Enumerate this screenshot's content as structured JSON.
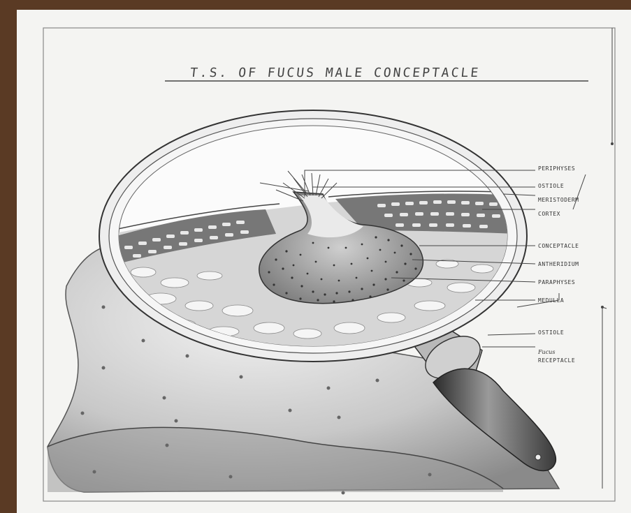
{
  "title": "T.S. OF FUCUS MALE CONCEPTACLE",
  "labels": {
    "periphyses": "PERIPHYSES",
    "ostiole_top": "OSTIOLE",
    "meristoderm": "MERISTODERM",
    "cortex": "CORTEX",
    "conceptacle": "CONCEPTACLE",
    "antheridium": "ANTHERIDIUM",
    "paraphyses": "PARAPHYSES",
    "medulla": "MEDULLA",
    "ostiole_bottom": "OSTIOLE",
    "receptacle_small": "Fucus",
    "receptacle": "RECEPTACLE"
  },
  "signature": "",
  "colors": {
    "paper": "#f4f4f2",
    "wood": "#5a3a24",
    "graphite": "#3a3a3a",
    "shade": "#9a9a9a"
  }
}
